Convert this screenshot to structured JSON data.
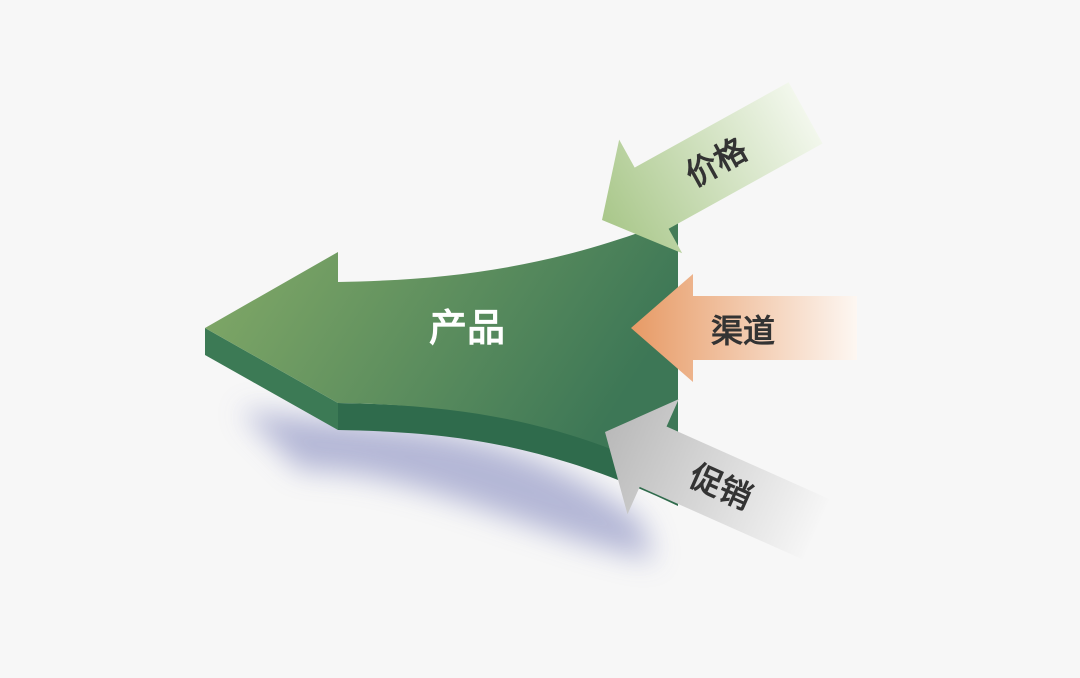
{
  "diagram": {
    "main_label": "产品",
    "inputs": [
      {
        "label": "价格",
        "color_start": "#cfe0b6",
        "color_end": "#f1f6ea"
      },
      {
        "label": "渠道",
        "color_start": "#e8a374",
        "color_end": "#fbf4ee"
      },
      {
        "label": "促销",
        "color_start": "#c4c4c4",
        "color_end": "#f6f6f6"
      }
    ],
    "colors": {
      "main_light": "#86ac68",
      "main_dark": "#3f7a57",
      "main_side": "#2f6a4d",
      "shadow": "#a9adcd",
      "label_light": "#ffffff",
      "label_dark": "#333333"
    }
  }
}
